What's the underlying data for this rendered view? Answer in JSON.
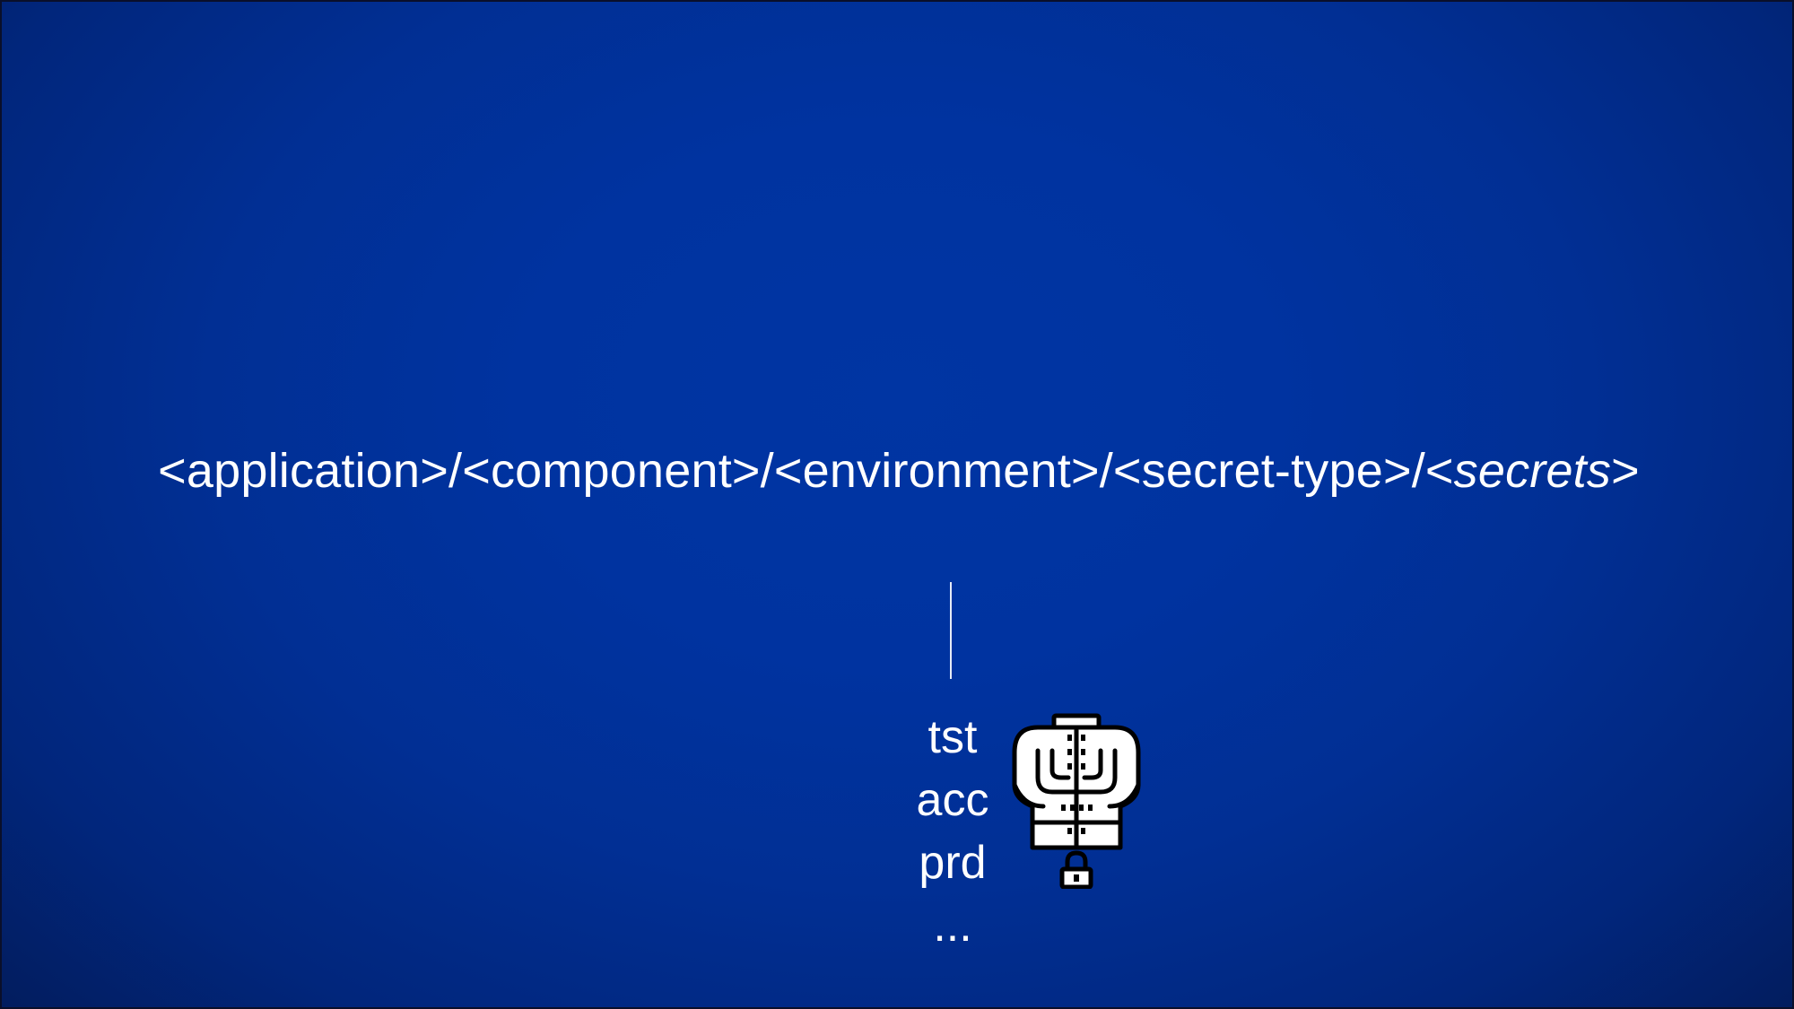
{
  "path": {
    "application": "<application>",
    "sep1": "/",
    "component": "<component>",
    "sep2": "/",
    "environment": "<environment>",
    "sep3": "/",
    "secret_type": "<secret-type>",
    "sep4": "/<",
    "secrets": "secrets",
    "close": ">"
  },
  "environments": [
    "tst",
    "acc",
    "prd",
    "..."
  ],
  "icon": "straitjacket-lock-icon",
  "colors": {
    "background": "#0033a0",
    "text": "#ffffff"
  }
}
